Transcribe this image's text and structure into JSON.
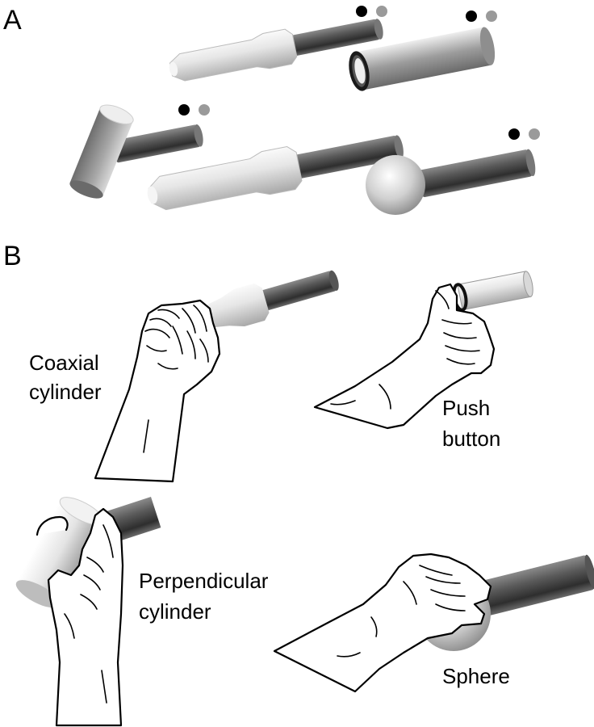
{
  "panels": {
    "a": {
      "letter": "A"
    },
    "b": {
      "letter": "B"
    }
  },
  "labels": {
    "coaxial": [
      "Coaxial",
      "cylinder"
    ],
    "push": [
      "Push",
      "button"
    ],
    "perpendicular": [
      "Perpendicular",
      "cylinder"
    ],
    "sphere": [
      "Sphere"
    ]
  },
  "colors": {
    "marker_black": "#000000",
    "marker_gray": "#9a9a9a",
    "rod_dark": "#4a4a4a",
    "handle_light": "#e8e8e8"
  },
  "icons": [
    "coaxial-cylinder-handle",
    "push-button-handle",
    "perpendicular-cylinder-handle",
    "sphere-handle",
    "hand-grip"
  ]
}
